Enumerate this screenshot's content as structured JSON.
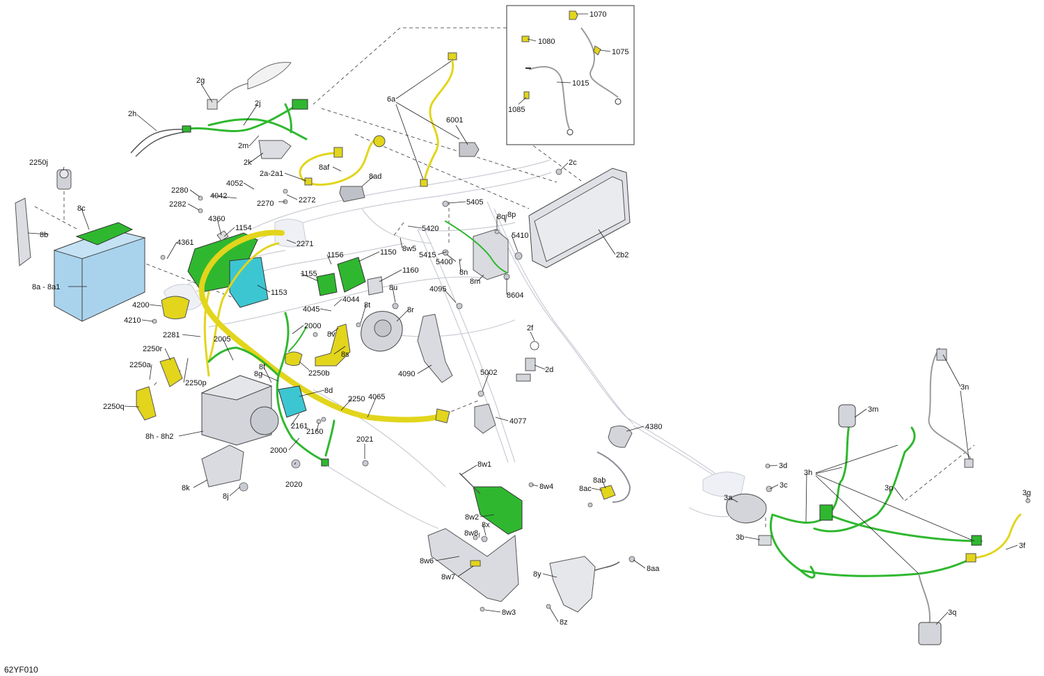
{
  "drawing_code": "62YF010",
  "colors": {
    "harness_green": "#2fb82f",
    "harness_yellow": "#e2d51c",
    "module_cyan": "#3cc6d2",
    "battery_blue": "#a9d3ec",
    "ghost_frame": "#c9ccd4"
  },
  "callouts": {
    "c1070": "1070",
    "c1080": "1080",
    "c1075": "1075",
    "c1015": "1015",
    "c1085": "1085",
    "c2g": "2g",
    "c2h": "2h",
    "c2j": "2j",
    "c2m": "2m",
    "c2k": "2k",
    "c6a": "6a",
    "c6001": "6001",
    "c2250j": "2250j",
    "c8c": "8c",
    "c8b": "8b",
    "c8a8a1": "8a - 8a1",
    "c2a2a1": "2a-2a1",
    "c8af": "8af",
    "c8ad": "8ad",
    "c2c": "2c",
    "c4052": "4052",
    "c2280": "2280",
    "c4042": "4042",
    "c2282": "2282",
    "c2270": "2270",
    "c2272": "2272",
    "c5405": "5405",
    "c4360": "4360",
    "c1154": "1154",
    "c2271": "2271",
    "c8q": "8q",
    "c8p": "8p",
    "c5420": "5420",
    "c4361": "4361",
    "c1156": "1156",
    "c1150": "1150",
    "c8w5": "8w5",
    "c5410": "5410",
    "c5415": "5415",
    "c5400": "5400",
    "c8n": "8n",
    "c2b2": "2b2",
    "c8m": "8m",
    "c1155": "1155",
    "c1160": "1160",
    "c8604": "8604",
    "c1153": "1153",
    "c8u": "8u",
    "c4095": "4095",
    "c4045": "4045",
    "c4044": "4044",
    "c4200": "4200",
    "c8t": "8t",
    "c8r": "8r",
    "c4210": "4210",
    "c2000a": "2000",
    "c2f": "2f",
    "c2281": "2281",
    "c2005": "2005",
    "c8v": "8v",
    "c2250r": "2250r",
    "c2d": "2d",
    "c8s": "8s",
    "c4090": "4090",
    "c2250a": "2250a",
    "c8f": "8f",
    "c2250b": "2250b",
    "c8g": "8g",
    "c2250p": "2250p",
    "c5002": "5002",
    "c8d": "8d",
    "c2250": "2250",
    "c2250q": "2250q",
    "c4065": "4065",
    "c4077": "4077",
    "c8h8h2": "8h - 8h2",
    "c2161": "2161",
    "c2160": "2160",
    "c4380": "4380",
    "c3n": "3n",
    "c3m": "3m",
    "c2000b": "2000",
    "c2021": "2021",
    "c8w1": "8w1",
    "c3d": "3d",
    "c2020": "2020",
    "c8k": "8k",
    "c8ab": "8ab",
    "c3h": "3h",
    "c3c": "3c",
    "c8j": "8j",
    "c8w4": "8w4",
    "c8ac": "8ac",
    "c3p": "3p",
    "c3a": "3a",
    "c3g": "3g",
    "c8w2": "8w2",
    "c8x": "8x",
    "c3b": "3b",
    "c8w8": "8w8",
    "c3f": "3f",
    "c8w6": "8w6",
    "c8aa": "8aa",
    "c8y": "8y",
    "c8w7": "8w7",
    "c8w3": "8w3",
    "c8z": "8z",
    "c3q": "3q"
  }
}
